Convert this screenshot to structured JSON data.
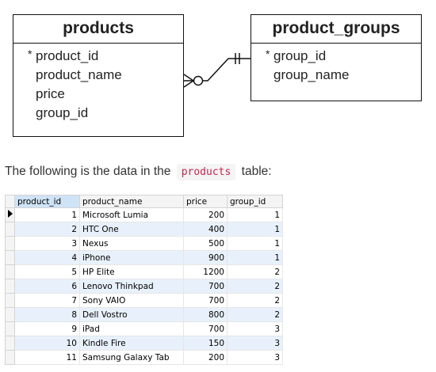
{
  "diagram": {
    "products_entity": {
      "title": "products",
      "attributes": [
        {
          "name": "product_id",
          "pk_marker": "*"
        },
        {
          "name": "product_name",
          "pk_marker": ""
        },
        {
          "name": "price",
          "pk_marker": ""
        },
        {
          "name": "group_id",
          "pk_marker": ""
        }
      ]
    },
    "product_groups_entity": {
      "title": "product_groups",
      "attributes": [
        {
          "name": "group_id",
          "pk_marker": "*"
        },
        {
          "name": "group_name",
          "pk_marker": ""
        }
      ]
    },
    "relationship": {
      "from": "products",
      "to": "product_groups",
      "from_cardinality": "zero-or-many",
      "to_cardinality": "exactly-one"
    }
  },
  "caption": {
    "before": "The following is the data in the",
    "code": "products",
    "after": "table:"
  },
  "grid": {
    "columns": [
      "product_id",
      "product_name",
      "price",
      "group_id"
    ],
    "rows": [
      [
        "1",
        "Microsoft Lumia",
        "200",
        "1"
      ],
      [
        "2",
        "HTC One",
        "400",
        "1"
      ],
      [
        "3",
        "Nexus",
        "500",
        "1"
      ],
      [
        "4",
        "iPhone",
        "900",
        "1"
      ],
      [
        "5",
        "HP Elite",
        "1200",
        "2"
      ],
      [
        "6",
        "Lenovo Thinkpad",
        "700",
        "2"
      ],
      [
        "7",
        "Sony VAIO",
        "700",
        "2"
      ],
      [
        "8",
        "Dell Vostro",
        "800",
        "2"
      ],
      [
        "9",
        "iPad",
        "700",
        "3"
      ],
      [
        "10",
        "Kindle Fire",
        "150",
        "3"
      ],
      [
        "11",
        "Samsung Galaxy Tab",
        "200",
        "3"
      ]
    ]
  }
}
